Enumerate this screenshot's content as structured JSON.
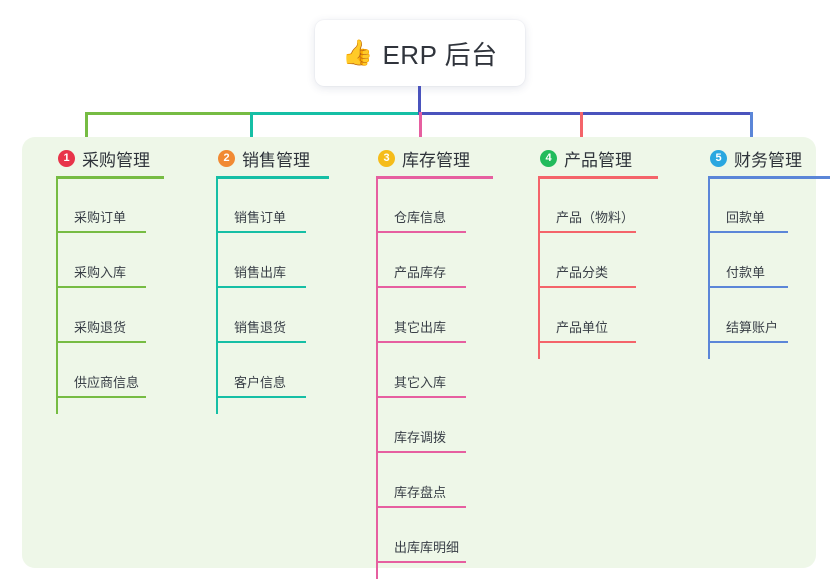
{
  "root": {
    "icon": "thumbs-up-icon",
    "icon_glyph": "👍",
    "title": "ERP 后台"
  },
  "colors": {
    "panel_background": "#eef7e8",
    "canvas_background": "#ffffff",
    "trunk": "#4a53bd",
    "bus_green": "#76bc43",
    "bus_teal": "#16bfa5",
    "bus_blue": "#4a53bd"
  },
  "branches": [
    {
      "number": "1",
      "title": "采购管理",
      "badge_color": "#e8344a",
      "line_color": "#76bc43",
      "items": [
        "采购订单",
        "采购入库",
        "采购退货",
        "供应商信息"
      ]
    },
    {
      "number": "2",
      "title": "销售管理",
      "badge_color": "#f18a33",
      "line_color": "#16bfa5",
      "items": [
        "销售订单",
        "销售出库",
        "销售退货",
        "客户信息"
      ]
    },
    {
      "number": "3",
      "title": "库存管理",
      "badge_color": "#f5bc1a",
      "line_color": "#e65fa0",
      "items": [
        "仓库信息",
        "产品库存",
        "其它出库",
        "其它入库",
        "库存调拨",
        "库存盘点",
        "出库库明细"
      ]
    },
    {
      "number": "4",
      "title": "产品管理",
      "badge_color": "#21bb5c",
      "line_color": "#f4646a",
      "items": [
        "产品（物料）",
        "产品分类",
        "产品单位"
      ]
    },
    {
      "number": "5",
      "title": "财务管理",
      "badge_color": "#2aa7e0",
      "line_color": "#5b86d8",
      "items": [
        "回款单",
        "付款单",
        "结算账户"
      ]
    }
  ]
}
